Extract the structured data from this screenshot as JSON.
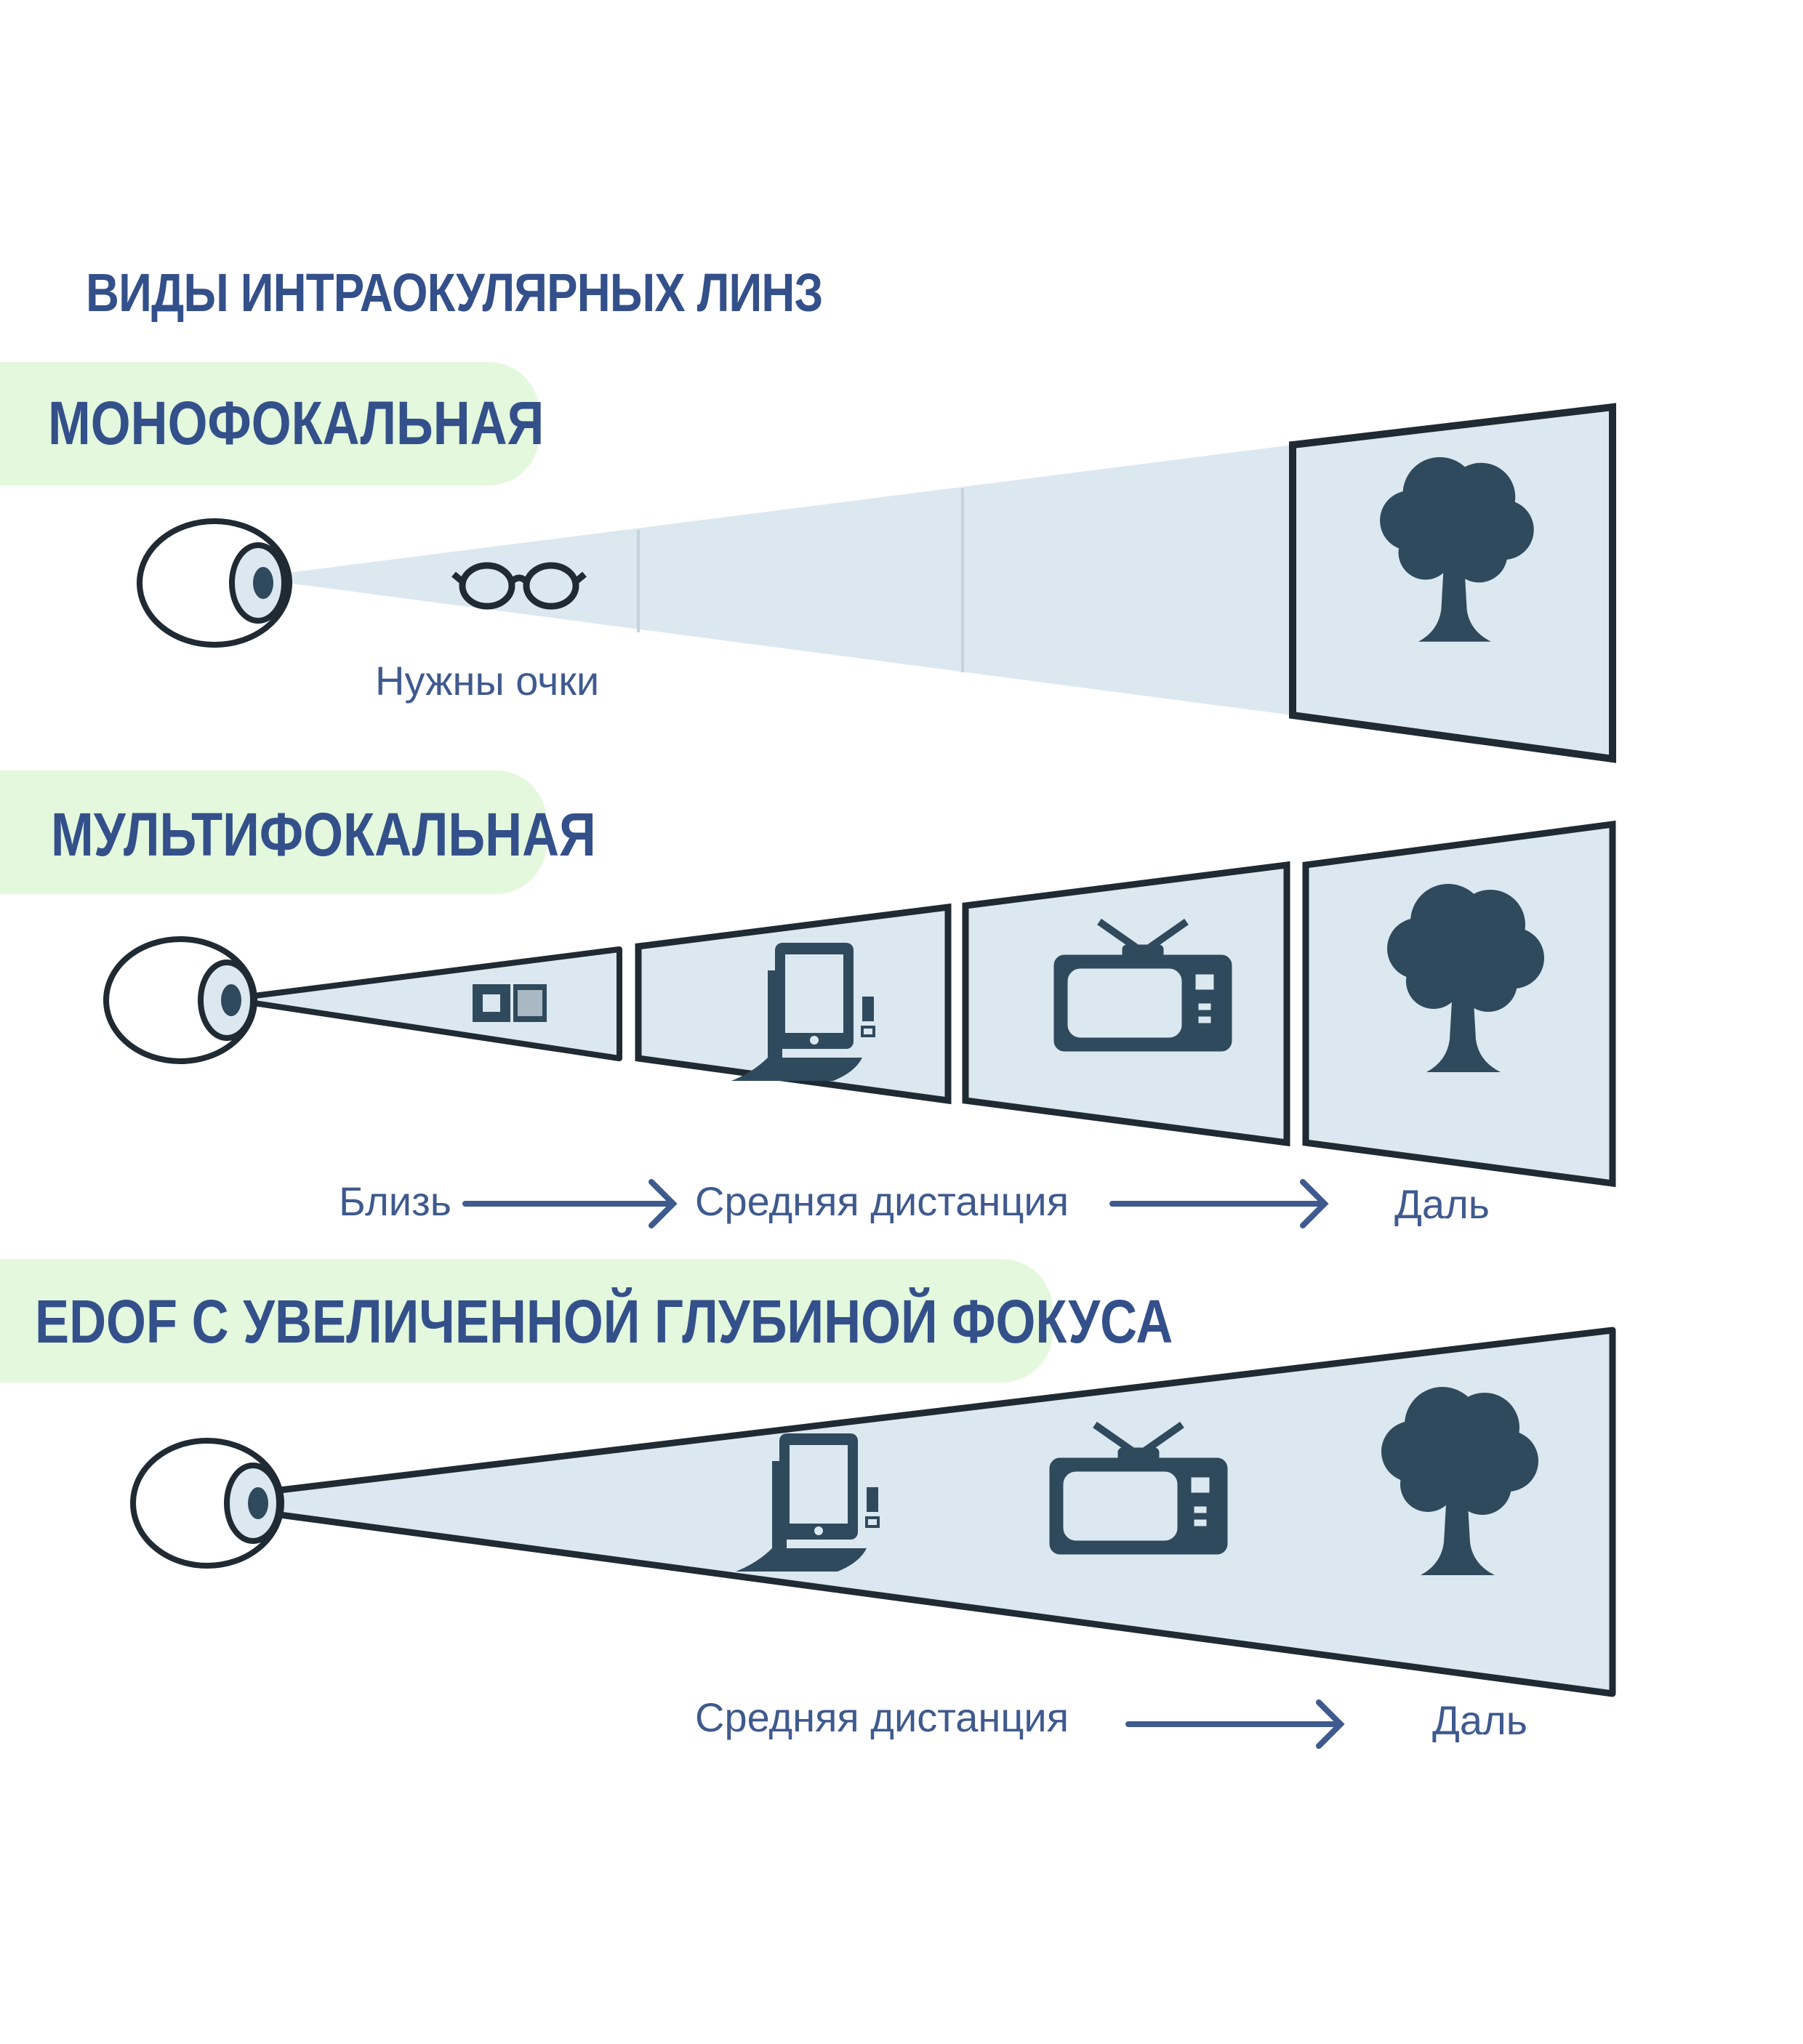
{
  "title": "ВИДЫ ИНТРАОКУЛЯРНЫХ ЛИНЗ",
  "sections": {
    "mono": {
      "label": "МОНОФОКАЛЬНАЯ",
      "caption": "Нужны очки"
    },
    "multi": {
      "label": "МУЛЬТИФОКАЛЬНАЯ",
      "captions": [
        "Близь",
        "Средняя дистанция",
        "Даль"
      ]
    },
    "edof": {
      "label": "EDOF С УВЕЛИЧЕННОЙ ГЛУБИНОЙ ФОКУСА",
      "captions": [
        "Средняя дистанция",
        "Даль"
      ]
    }
  },
  "colors": {
    "text": "#33508a",
    "pill": "#e3f8dc",
    "cone": "#dbe8f0",
    "frame": "#1f2a33",
    "icon": "#2f4a5c"
  }
}
